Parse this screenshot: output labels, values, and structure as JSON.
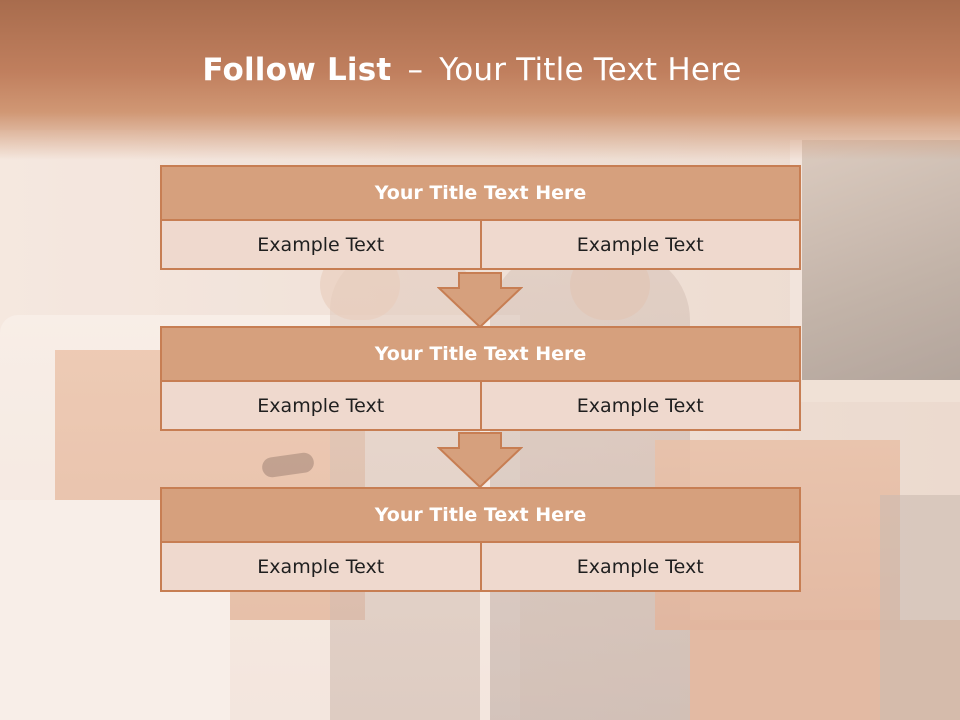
{
  "slide": {
    "title_bold": "Follow List",
    "title_separator": "–",
    "title_rest": "Your Title Text Here"
  },
  "blocks": [
    {
      "header": "Your Title Text Here",
      "left": "Example Text",
      "right": "Example Text"
    },
    {
      "header": "Your Title Text Here",
      "left": "Example Text",
      "right": "Example Text"
    },
    {
      "header": "Your Title Text Here",
      "left": "Example Text",
      "right": "Example Text"
    }
  ],
  "colors": {
    "band": "#c07f5e",
    "header_fill": "#d6a07d",
    "cell_fill": "#efd9ce",
    "border": "#c77e53"
  }
}
